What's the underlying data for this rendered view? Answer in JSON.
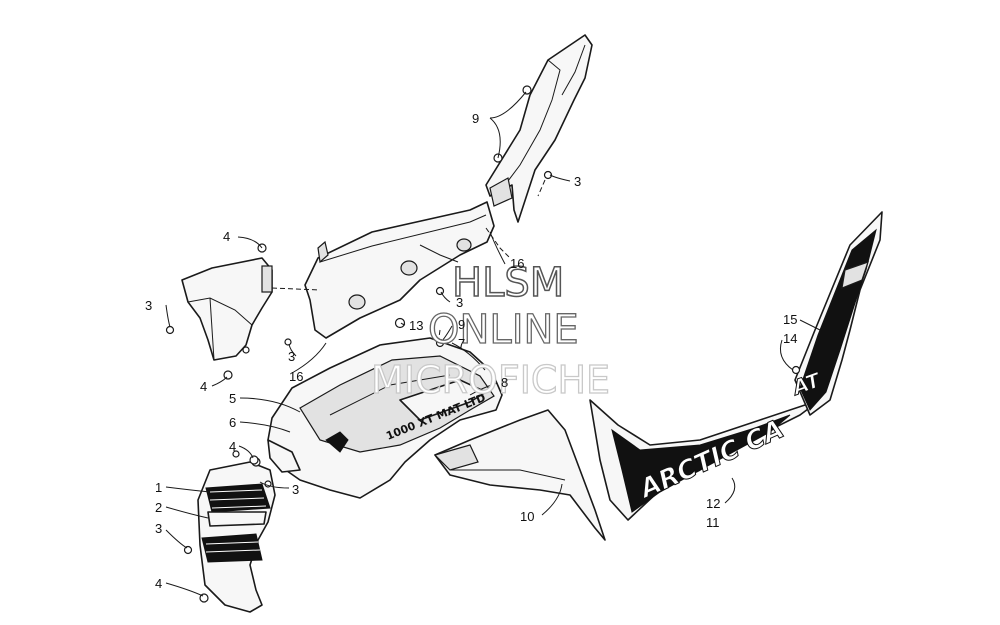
{
  "watermark": {
    "line1": "HLSM",
    "line2": "ONLINE",
    "line3": "MICROFICHE"
  },
  "decal": {
    "brand_a": "ARCTIC CA",
    "brand_b": "AT"
  },
  "hood_model_text": "1000 XT MAT LTD",
  "callouts": [
    {
      "id": "c9a",
      "text": "9"
    },
    {
      "id": "c3a",
      "text": "3"
    },
    {
      "id": "c4a",
      "text": "4"
    },
    {
      "id": "c16a",
      "text": "16"
    },
    {
      "id": "c3b",
      "text": "3"
    },
    {
      "id": "c3c",
      "text": "3"
    },
    {
      "id": "c13",
      "text": "13"
    },
    {
      "id": "c9b",
      "text": "9"
    },
    {
      "id": "c7",
      "text": "7"
    },
    {
      "id": "c3d",
      "text": "3"
    },
    {
      "id": "c16b",
      "text": "16"
    },
    {
      "id": "c4b",
      "text": "4"
    },
    {
      "id": "c8",
      "text": "8"
    },
    {
      "id": "c5",
      "text": "5"
    },
    {
      "id": "c6",
      "text": "6"
    },
    {
      "id": "c4c",
      "text": "4"
    },
    {
      "id": "c1",
      "text": "1"
    },
    {
      "id": "c3e",
      "text": "3"
    },
    {
      "id": "c2",
      "text": "2"
    },
    {
      "id": "c3f",
      "text": "3"
    },
    {
      "id": "c4d",
      "text": "4"
    },
    {
      "id": "c10",
      "text": "10"
    },
    {
      "id": "c15",
      "text": "15"
    },
    {
      "id": "c14",
      "text": "14"
    },
    {
      "id": "c12",
      "text": "12"
    },
    {
      "id": "c11",
      "text": "11"
    }
  ]
}
